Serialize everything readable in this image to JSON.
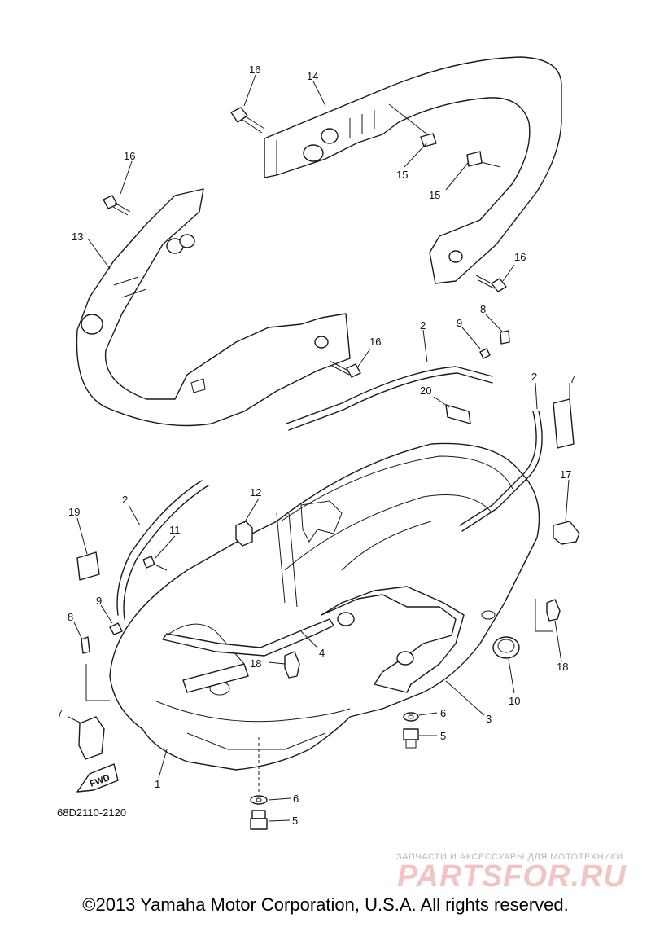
{
  "diagram": {
    "callouts": {
      "c1": "1",
      "c2a": "2",
      "c2b": "2",
      "c2c": "2",
      "c3": "3",
      "c4": "4",
      "c5a": "5",
      "c5b": "5",
      "c6a": "6",
      "c6b": "6",
      "c7a": "7",
      "c7b": "7",
      "c8a": "8",
      "c8b": "8",
      "c9a": "9",
      "c9b": "9",
      "c10": "10",
      "c11": "11",
      "c12": "12",
      "c13": "13",
      "c14": "14",
      "c15a": "15",
      "c15b": "15",
      "c16a": "16",
      "c16b": "16",
      "c16c": "16",
      "c16d": "16",
      "c17": "17",
      "c18a": "18",
      "c18b": "18",
      "c19": "19",
      "c20": "20"
    },
    "fwd_label": "FWD",
    "diagram_code": "68D2110-2120"
  },
  "watermark": {
    "tagline": "ЗАПЧАСТИ И АКСЕССУАРЫ ДЛЯ МОТОТЕХНИКИ",
    "logo": "PARTSFOR.RU"
  },
  "footer": {
    "copyright": "©2013 Yamaha Motor Corporation, U.S.A. All rights reserved."
  }
}
